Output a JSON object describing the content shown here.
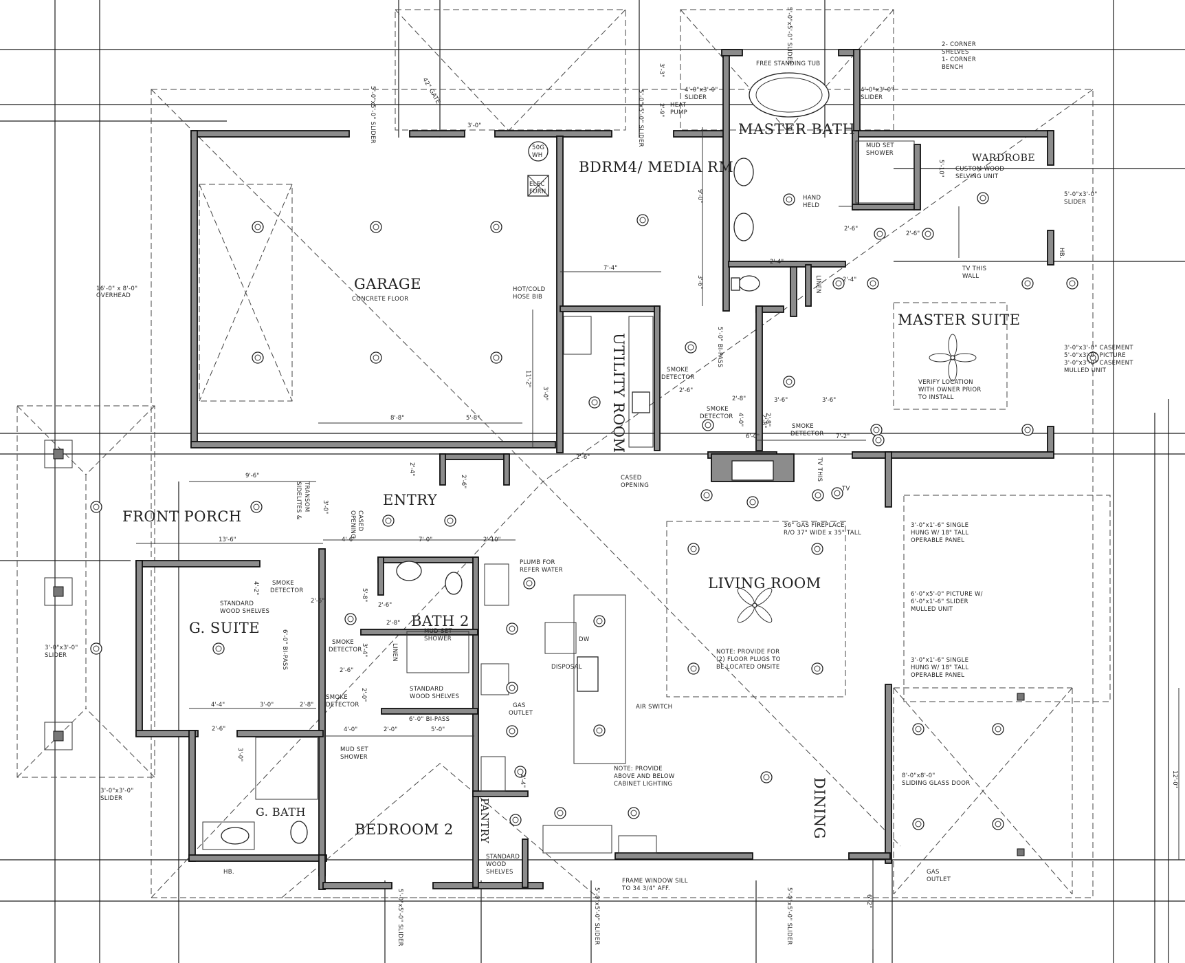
{
  "colors": {
    "wall_fill": "#8c8c8c",
    "line": "#1a1a1a",
    "background": "#ffffff"
  },
  "rooms": {
    "garage": "GARAGE",
    "garage_sub": "CONCRETE FLOOR",
    "bdrm4": "BDRM4/ MEDIA RM",
    "master_bath": "MASTER BATH",
    "wardrobe": "WARDROBE",
    "wardrobe_sub": [
      "CUSTOM WOOD",
      "SELVING UNIT"
    ],
    "utility": "UTILITY ROOM",
    "master_suite": "MASTER SUITE",
    "master_suite_note": [
      "VERIFY LOCATION",
      "WITH OWNER PRIOR",
      "TO INSTALL"
    ],
    "entry": "ENTRY",
    "front_porch": "FRONT PORCH",
    "living_room": "LIVING ROOM",
    "living_note": [
      "NOTE: PROVIDE FOR",
      "(2) FLOOR PLUGS TO",
      "BE LOCATED ONSITE"
    ],
    "g_suite": "G. SUITE",
    "bath2": "BATH 2",
    "g_bath": "G. BATH",
    "bedroom2": "BEDROOM 2",
    "pantry": "PANTRY",
    "dining": "DINING"
  },
  "notes": {
    "overhead": [
      "16'-0\" x 8'-0\"",
      "OVERHEAD"
    ],
    "hose_bib": [
      "HOT/COLD",
      "HOSE BIB"
    ],
    "gate": "42\" GATE",
    "slider_top": "5'-0\"x5'-0\" SLIDER",
    "free_tub": "FREE STANDING TUB",
    "corner_shelves": [
      "2- CORNER",
      "SHELVES",
      "1- CORNER",
      "BENCH"
    ],
    "slider_mb": [
      "4'-0\"x3'-0\"",
      "SLIDER"
    ],
    "slider_w": [
      "5'-0\"x3'-0\"",
      "SLIDER"
    ],
    "heat_pump": [
      "HEAT",
      "PUMP"
    ],
    "slider_hp": [
      "4'-0\"x3'-0\"",
      "SLIDER"
    ],
    "mud_set_shower": [
      "MUD SET",
      "SHOWER"
    ],
    "hand_held": [
      "HAND",
      "HELD"
    ],
    "wh": [
      "50G",
      "WH"
    ],
    "elec_furn": [
      "ELEC",
      "FURN"
    ],
    "tv_wall": [
      "TV THIS",
      "WALL"
    ],
    "hb": "HB.",
    "casement": [
      "3'-0\"x3'-0\" CASEMENT",
      "5'-0\"x3'-0\" PICTURE",
      "3'-0\"x3'-0\" CASEMENT",
      "MULLED UNIT"
    ],
    "smoke": [
      "SMOKE",
      "DETECTOR"
    ],
    "bipass_5": "5'-0\" BI-PASS",
    "bipass_6": "6'-0\" BI-PASS",
    "cased_opening": [
      "CASED",
      "OPENING"
    ],
    "tv": "TV",
    "tv_this": "TV THIS",
    "fireplace": [
      "36\" GAS FIREPLACE",
      "R/O 37\" WIDE x 35\" TALL"
    ],
    "single_hung1": [
      "3'-0\"x1'-6\"  SINGLE",
      "HUNG W/ 18\" TALL",
      "OPERABLE PANEL"
    ],
    "picture_w": [
      "6'-0\"x5'-0\" PICTURE W/",
      "6'-0\"x1'-6\" SLIDER",
      "MULLED UNIT"
    ],
    "single_hung2": [
      "3'-0\"x1'-6\"  SINGLE",
      "HUNG W/ 18\" TALL",
      "OPERABLE PANEL"
    ],
    "sliding_glass": [
      "8'-0\"x8'-0\"",
      "SLIDING GLASS DOOR"
    ],
    "gas_outlet": [
      "GAS",
      "OUTLET"
    ],
    "frame_window": [
      "FRAME WINDOW SILL",
      "TO 34 3/4\" AFF."
    ],
    "cabinet_note": [
      "NOTE: PROVIDE",
      "ABOVE AND BELOW",
      "CABINET LIGHTING"
    ],
    "air_switch": "AIR SWITCH",
    "disposal": "DISPOSAL",
    "dw": "DW",
    "plumb_refer": [
      "PLUMB FOR",
      "REFER WATER"
    ],
    "gas_outlet_k": [
      "GAS",
      "OUTLET"
    ],
    "std_shelves": [
      "STANDARD",
      "WOOD SHELVES"
    ],
    "std_shelves_p": [
      "STANDARD",
      "WOOD",
      "SHELVES"
    ],
    "sidelites": [
      "SIDELITES &",
      "TRANSOM"
    ],
    "casedopening_v": [
      "CASED",
      "OPENING"
    ],
    "slider_left": [
      "3'-0\"x3'-0\"",
      "SLIDER"
    ],
    "slider_gbath": [
      "3'-0\"x3'-0\"",
      "SLIDER"
    ],
    "linen": "LINEN",
    "slider_bottom": "5'-0\"x5'-0\" SLIDER"
  },
  "dims": {
    "d_3_0_top": "3'-0\"",
    "d_3_3": "3'-3\"",
    "d_2_9": "2'-9\"",
    "d_9_0": "9'-0\"",
    "d_7_4": "7'-4\"",
    "d_3_6_v": "3'-6\"",
    "d_5_10": "5'-10\"",
    "d_2_6_a": "2'-6\"",
    "d_2_6_b": "2'-6\"",
    "d_2_4_a": "2'-4\"",
    "d_2_4_b": "2'-4\"",
    "d_11_2": "11'-2\"",
    "d_3_0_util": "3'-0\"",
    "d_2_6_util": "2'-6\"",
    "d_8_8": "8'-8\"",
    "d_5_8": "5'-8\"",
    "d_9_6": "9'-6\"",
    "d_2_4_c": "2'-4\"",
    "d_2_6_c": "2'-6\"",
    "d_2_6_d": "2'-6\"",
    "d_2_8": "2'-8\"",
    "d_3_6_h": "3'-6\"",
    "d_3_6_h2": "3'-6\"",
    "d_6_0": "6'-0\"",
    "d_7_2": "7'-2\"",
    "d_4_0": "4'-0\"",
    "d_2_8b": "2'-8\"",
    "d_13_6": "13'-6\"",
    "d_4_6": "4'-6\"",
    "d_7_0": "7'-0\"",
    "d_2_10": "2'-10\"",
    "d_4_2": "4'-2\"",
    "d_2_6_e": "2'-6\"",
    "d_5_8b": "5'-8\"",
    "d_2_6_f": "2'-6\"",
    "d_2_8c": "2'-8\"",
    "d_3_4": "3'-4\"",
    "d_2_6_g": "2'-6\"",
    "d_2_0": "2'-0\"",
    "d_4_4": "4'-4\"",
    "d_3_0_c": "3'-0\"",
    "d_2_8_d": "2'-8\"",
    "d_4_0b": "4'-0\"",
    "d_2_0b": "2'-0\"",
    "d_5_0": "5'-0\"",
    "d_2_6_h": "2'-6\"",
    "d_3_0_d": "3'-0\"",
    "d_3_0_e": "3'-0\"",
    "d_2_4_d": "2'-4\"",
    "d_12_0": "12'-0\"",
    "d_6_2": "6'-2\"",
    "d_2_8_e": "2'-8\""
  }
}
